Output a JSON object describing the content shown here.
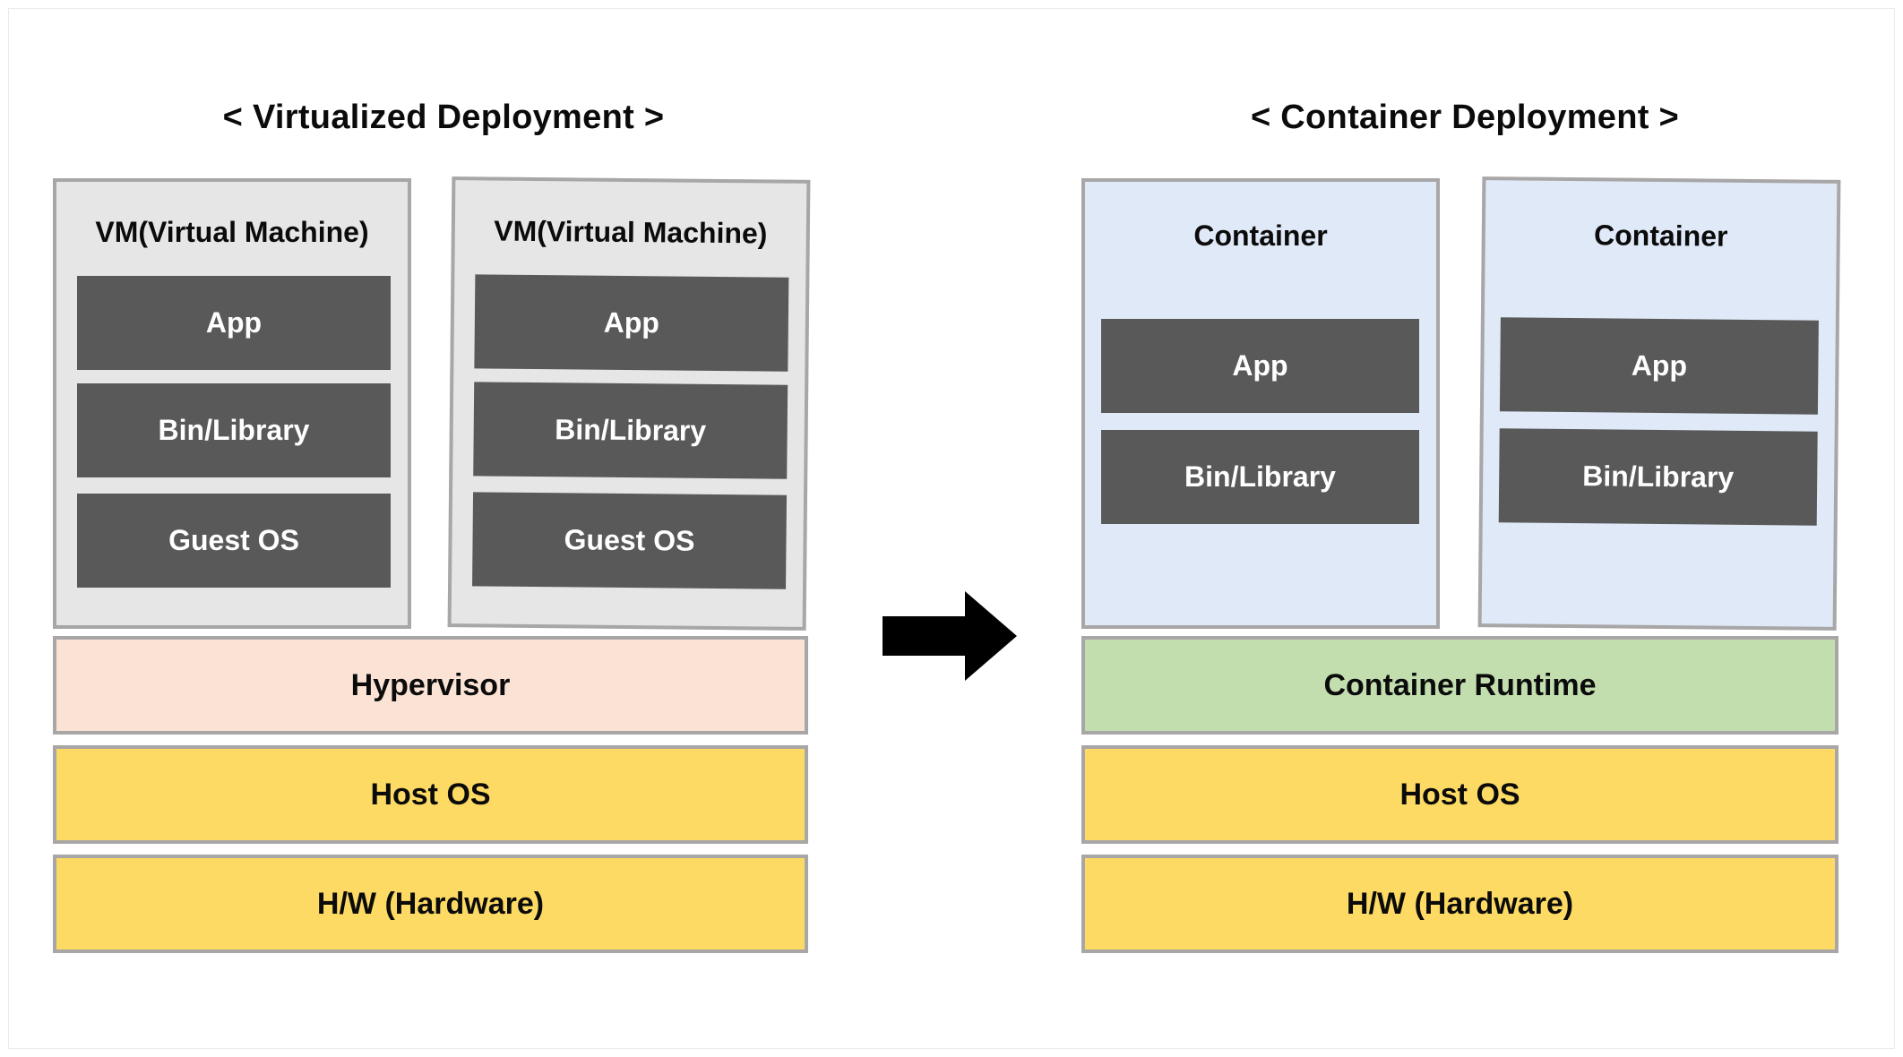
{
  "diagram": {
    "type": "architecture-comparison",
    "panels": [
      {
        "id": "virtualized",
        "title": "< Virtualized Deployment >",
        "stacks": [
          {
            "label": "VM(Virtual Machine)",
            "layers": [
              "App",
              "Bin/Library",
              "Guest OS"
            ]
          },
          {
            "label": "VM(Virtual Machine)",
            "layers": [
              "App",
              "Bin/Library",
              "Guest OS"
            ]
          }
        ],
        "bars": [
          {
            "label": "Hypervisor",
            "color": "#fae2d5"
          },
          {
            "label": "Host OS",
            "color": "#fdda63"
          },
          {
            "label": "H/W (Hardware)",
            "color": "#fdda63"
          }
        ]
      },
      {
        "id": "container",
        "title": "< Container Deployment >",
        "stacks": [
          {
            "label": "Container",
            "layers": [
              "App",
              "Bin/Library"
            ]
          },
          {
            "label": "Container",
            "layers": [
              "App",
              "Bin/Library"
            ]
          }
        ],
        "bars": [
          {
            "label": "Container Runtime",
            "color": "#c2deaf"
          },
          {
            "label": "Host OS",
            "color": "#fdda63"
          },
          {
            "label": "H/W (Hardware)",
            "color": "#fdda63"
          }
        ]
      }
    ],
    "connector": {
      "icon": "right-arrow-icon",
      "color": "#000000",
      "direction": "right"
    },
    "colors": {
      "vm_fill": "#e6e6e6",
      "container_fill": "#dfe9f7",
      "inner_fill": "#595959",
      "border": "#a8a6a6",
      "hypervisor": "#fae2d5",
      "runtime": "#c2deaf",
      "yellow": "#fdda63",
      "text": "#0b0b0b",
      "inner_text": "#ffffff",
      "background": "#ffffff"
    }
  }
}
